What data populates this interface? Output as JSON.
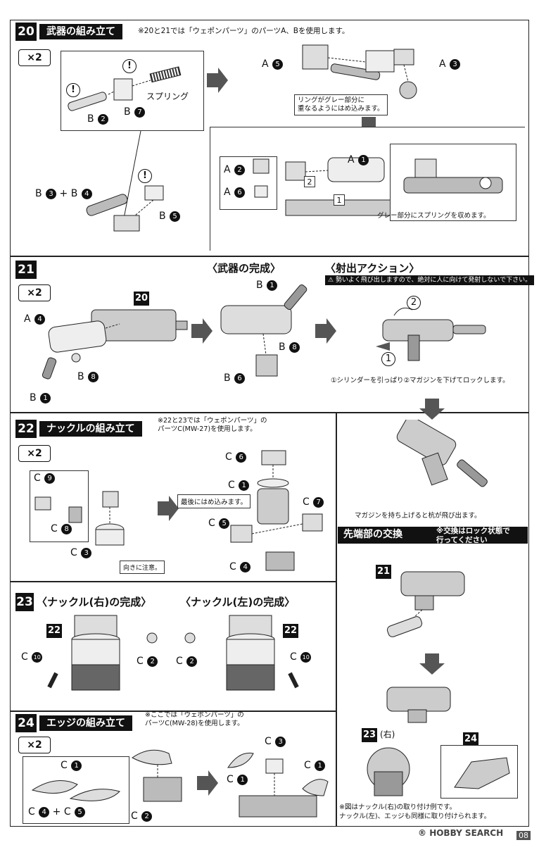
{
  "s20": {
    "number": "20",
    "title": "武器の組み立て",
    "note": "※20と21では「ウェポンパーツ」のパーツA、Bを使用します。",
    "multiplier": "×2",
    "labels": [
      "B 2",
      "B 7",
      "スプリング",
      "A 5",
      "A 3",
      "B 3 + B 4",
      "B 5",
      "A 2",
      "A 6",
      "A 1"
    ],
    "callout_ring": "リングがグレー部分に\n重なるようにはめ込みます。",
    "callout_spring": "グレー部分にスプリングを収めます。",
    "marks": [
      "1",
      "2"
    ]
  },
  "s21": {
    "number": "21",
    "multiplier": "×2",
    "ref": "20",
    "labels": [
      "A 4",
      "B 8",
      "B 1"
    ],
    "complete_title": "〈武器の完成〉",
    "complete_labels": [
      "B 1",
      "B 8",
      "B 6"
    ]
  },
  "action": {
    "title": "〈射出アクション〉",
    "warning": "勢いよく飛び出しますので、絶対に人に向けて発射しないで下さい。",
    "steps": [
      "2",
      "1"
    ],
    "caption": "①シリンダーを引っぱり②マガジンを下げてロックします。",
    "caption2": "マガジンを持ち上げると杭が飛び出ます。"
  },
  "s22": {
    "number": "22",
    "title": "ナックルの組み立て",
    "note": "※22と23では「ウェポンパーツ」の\nパーツC(MW-27)を使用します。",
    "multiplier": "×2",
    "labels": [
      "C 9",
      "C 8",
      "C 3",
      "C 6",
      "C 1",
      "C 7",
      "C 5",
      "C 4"
    ],
    "callout_last": "最後にはめ込みます。",
    "callout_dir": "向きに注意。"
  },
  "s23": {
    "number": "23",
    "right_title": "〈ナックル(右)の完成〉",
    "left_title": "〈ナックル(左)の完成〉",
    "ref": "22",
    "labels": [
      "C 10",
      "C 2",
      "C 2",
      "C 10"
    ]
  },
  "tip": {
    "title": "先端部の交換",
    "note": "※交換はロック状態で\n行ってください",
    "ref1": "21",
    "ref2": "23",
    "ref2_suffix": "(右)",
    "ref3": "24",
    "caption": "※図はナックル(右)の取り付け例です。\nナックル(左)、エッジも同様に取り付けられます。"
  },
  "s24": {
    "number": "24",
    "title": "エッジの組み立て",
    "note": "※ここでは「ウェポンパーツ」の\nパーツC(MW-28)を使用します。",
    "multiplier": "×2",
    "labels": [
      "C 1",
      "C 4 + C 5",
      "C 2",
      "C 3",
      "C 1",
      "C 1"
    ]
  },
  "footer": {
    "watermark": "HOBBY SEARCH",
    "page": "08"
  }
}
